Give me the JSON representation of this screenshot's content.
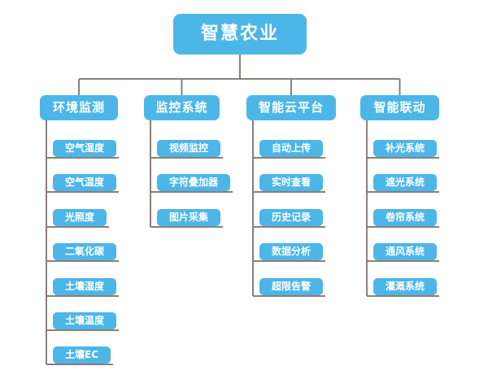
{
  "diagram": {
    "root": {
      "label": "智慧农业"
    },
    "branches": [
      {
        "label": "环境监测",
        "children": [
          "空气湿度",
          "空气温度",
          "光照度",
          "二氧化碳",
          "土壤湿度",
          "土壤温度",
          "土壤EC"
        ]
      },
      {
        "label": "监控系统",
        "children": [
          "视频监控",
          "字符叠加器",
          "图片采集"
        ]
      },
      {
        "label": "智能云平台",
        "children": [
          "自动上传",
          "实时查看",
          "历史记录",
          "数据分析",
          "超限告警"
        ]
      },
      {
        "label": "智能联动",
        "children": [
          "补光系统",
          "遮光系统",
          "卷帘系统",
          "通风系统",
          "灌溉系统"
        ]
      }
    ],
    "colors": {
      "node_fill": "#4db6e8",
      "node_text": "#ffffff",
      "connector_line": "#8b7f77",
      "background": "#ffffff"
    }
  }
}
